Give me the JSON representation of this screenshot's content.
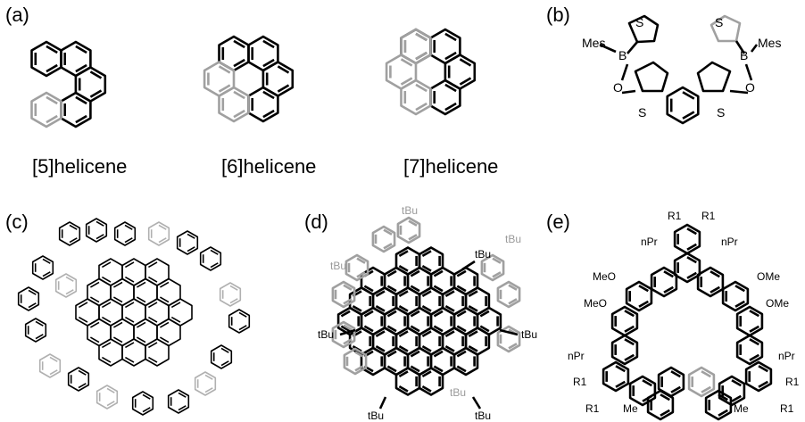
{
  "panels": {
    "a": {
      "label": "(a)",
      "names": [
        "[5]helicene",
        "[6]helicene",
        "[7]helicene"
      ]
    },
    "b": {
      "label": "(b)",
      "atoms": {
        "S": "S",
        "B": "B",
        "O": "O",
        "Mes": "Mes"
      }
    },
    "c": {
      "label": "(c)"
    },
    "d": {
      "label": "(d)",
      "groups": {
        "tBu": "tBu"
      }
    },
    "e": {
      "label": "(e)",
      "groups": {
        "R1": "R1",
        "nPr": "nPr",
        "MeO": "MeO",
        "OMe": "OMe",
        "Me": "Me"
      }
    }
  },
  "colors": {
    "foreground": "#000000",
    "background_rings": "#a0a0a0"
  }
}
